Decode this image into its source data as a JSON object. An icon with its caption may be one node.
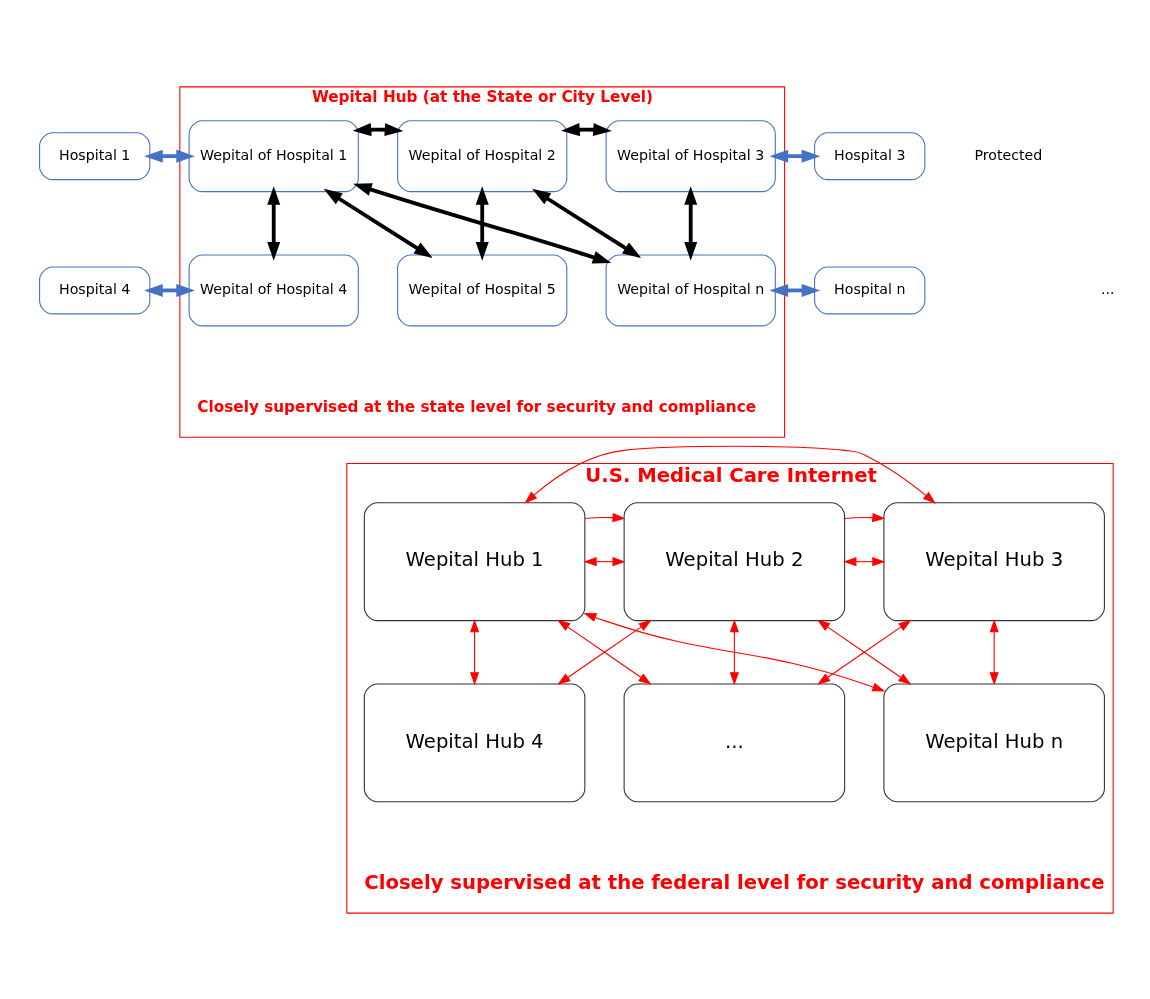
{
  "diagram": {
    "nodes": [
      {
        "text": [
          "Wepital Hub (at the State or City Level)",
          "Closely supervised at the state level for security and compliance"
        ]
      },
      {
        "text": [
          "Hospital 1"
        ]
      },
      {
        "text": [
          "Wepital of Hospital 1"
        ],
        "in": 0
      },
      {
        "text": [
          "Wepital of Hospital 2"
        ],
        "in": 0
      },
      {
        "text": [
          "Wepital of Hospital 3"
        ],
        "in": 0
      },
      {
        "text": [
          "Hospital 3"
        ]
      },
      {
        "text": [
          "Hospital 4"
        ]
      },
      {
        "text": [
          "Wepital of Hospital 4"
        ],
        "in": 0
      },
      {
        "text": [
          "Wepital of Hospital 5"
        ],
        "in": 0
      },
      {
        "text": [
          "Wepital of Hospital n"
        ],
        "in": 0
      },
      {
        "text": [
          "Hospital n"
        ]
      },
      {
        "text": [
          "U.S. Medical Care Internet",
          "Closely supervised at the federal level for security and compliance"
        ]
      },
      {
        "text": [
          "Wepital Hub 1"
        ],
        "in": 11
      },
      {
        "text": [
          "Wepital Hub 2"
        ],
        "in": 11
      },
      {
        "text": [
          "Wepital Hub 3"
        ],
        "in": 11
      },
      {
        "text": [
          "Wepital Hub 4"
        ],
        "in": 11
      },
      {
        "text": [
          "..."
        ],
        "in": 11
      },
      {
        "text": [
          "Wepital Hub n"
        ],
        "in": 11
      }
    ],
    "edges": [
      {
        "from": 1,
        "to": 2,
        "arrow": "both",
        "style": "thick",
        "color": "#4472c4"
      },
      {
        "from": 2,
        "to": 3,
        "arrow": "both",
        "style": "thick",
        "color": "#000000"
      },
      {
        "from": 3,
        "to": 4,
        "arrow": "both",
        "style": "thick",
        "color": "#000000"
      },
      {
        "from": 4,
        "to": 5,
        "arrow": "both",
        "style": "thick",
        "color": "#4472c4"
      },
      {
        "from": 2,
        "to": 7,
        "arrow": "both",
        "style": "thick",
        "color": "#000000"
      },
      {
        "from": 2,
        "to": 8,
        "arrow": "both",
        "style": "thick",
        "color": "#000000"
      },
      {
        "from": 2,
        "to": 9,
        "arrow": "both",
        "style": "thick",
        "color": "#000000"
      },
      {
        "from": 3,
        "to": 8,
        "arrow": "both",
        "style": "thick",
        "color": "#000000"
      },
      {
        "from": 3,
        "to": 9,
        "arrow": "both",
        "style": "thick",
        "color": "#000000"
      },
      {
        "from": 4,
        "to": 9,
        "arrow": "both",
        "style": "thick",
        "color": "#000000"
      },
      {
        "from": 6,
        "to": 7,
        "arrow": "both",
        "style": "thick",
        "color": "#4472c4"
      },
      {
        "from": 9,
        "to": 10,
        "arrow": "both",
        "style": "thick",
        "color": "#4472c4"
      },
      {
        "from": 12,
        "to": 13,
        "arrow": "both"
      },
      {
        "from": 12,
        "to": 14,
        "arrow": "both"
      },
      {
        "from": 13,
        "to": 14,
        "arrow": "both"
      },
      {
        "from": 12,
        "to": 13,
        "arrow": "to"
      },
      {
        "from": 13,
        "to": 14,
        "arrow": "to"
      },
      {
        "from": 12,
        "to": 15,
        "arrow": "both"
      },
      {
        "from": 12,
        "to": 16,
        "arrow": "both"
      },
      {
        "from": 12,
        "to": 17,
        "arrow": "both"
      },
      {
        "from": 13,
        "to": 15,
        "arrow": "both"
      },
      {
        "from": 13,
        "to": 16,
        "arrow": "both"
      },
      {
        "from": 13,
        "to": 17,
        "arrow": "both"
      },
      {
        "from": 14,
        "to": 16,
        "arrow": "both"
      },
      {
        "from": 14,
        "to": 17,
        "arrow": "both"
      }
    ],
    "labels": [
      "Protected",
      "..."
    ]
  }
}
